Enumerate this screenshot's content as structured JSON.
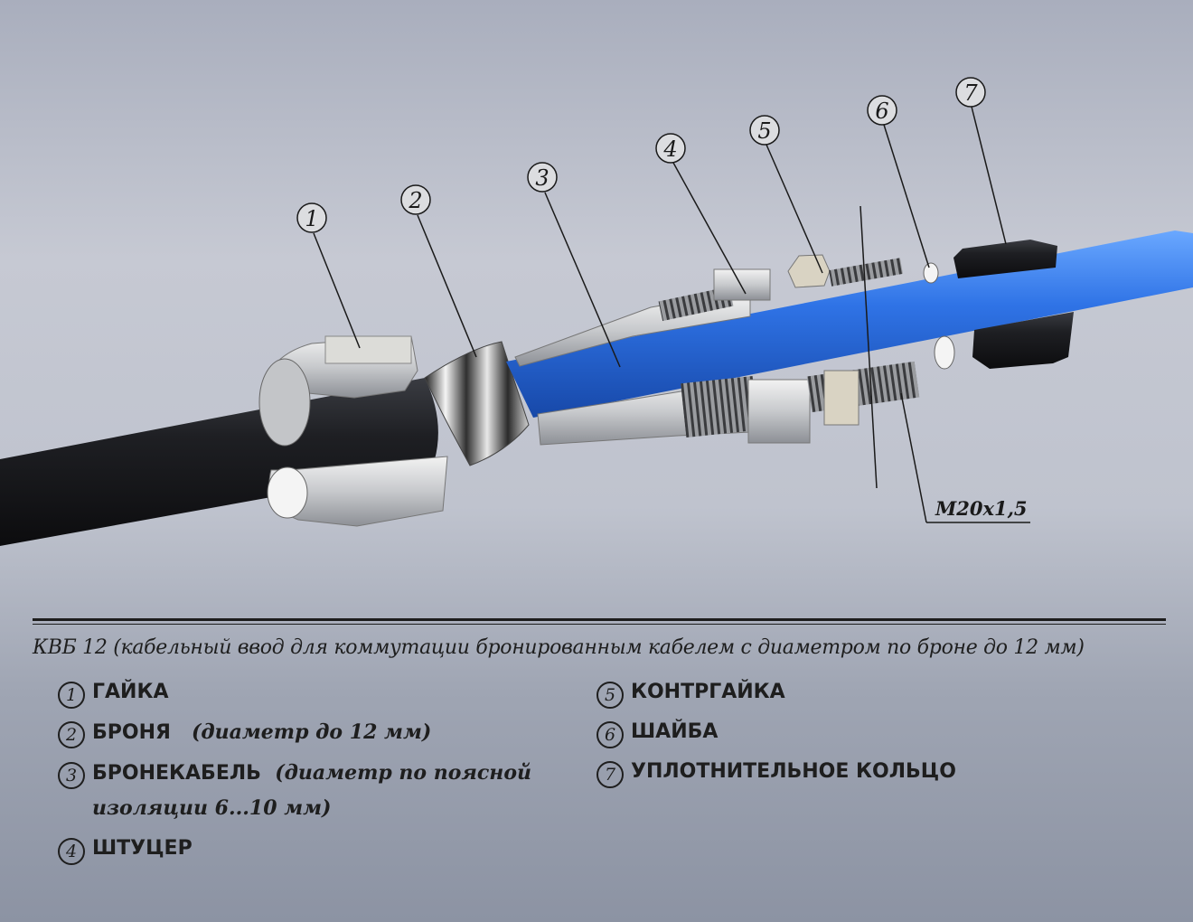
{
  "callouts": [
    {
      "num": "1"
    },
    {
      "num": "2"
    },
    {
      "num": "3"
    },
    {
      "num": "4"
    },
    {
      "num": "5"
    },
    {
      "num": "6"
    },
    {
      "num": "7"
    }
  ],
  "thread_spec": "M20x1,5",
  "caption": "КВБ 12 (кабельный ввод для коммутации бронированным кабелем с диаметром по броне до 12 мм)",
  "legend": [
    {
      "num": "1",
      "name": "ГАЙКА",
      "note": ""
    },
    {
      "num": "2",
      "name": "БРОНЯ",
      "note": "(диаметр до 12 мм)"
    },
    {
      "num": "3",
      "name": "БРОНЕКАБЕЛЬ",
      "note": "(диаметр по поясной изоляции 6...10 мм)"
    },
    {
      "num": "4",
      "name": "ШТУЦЕР",
      "note": ""
    },
    {
      "num": "5",
      "name": "КОНТРГАЙКА",
      "note": ""
    },
    {
      "num": "6",
      "name": "ШАЙБА",
      "note": ""
    },
    {
      "num": "7",
      "name": "УПЛОТНИТЕЛЬНОЕ КОЛЬЦО",
      "note": ""
    }
  ],
  "colors": {
    "outer_sheath": "#1c1d20",
    "inner_cable": "#2a6ee0",
    "metal": "#cfd2d6",
    "seal": "#1a1a1c"
  }
}
